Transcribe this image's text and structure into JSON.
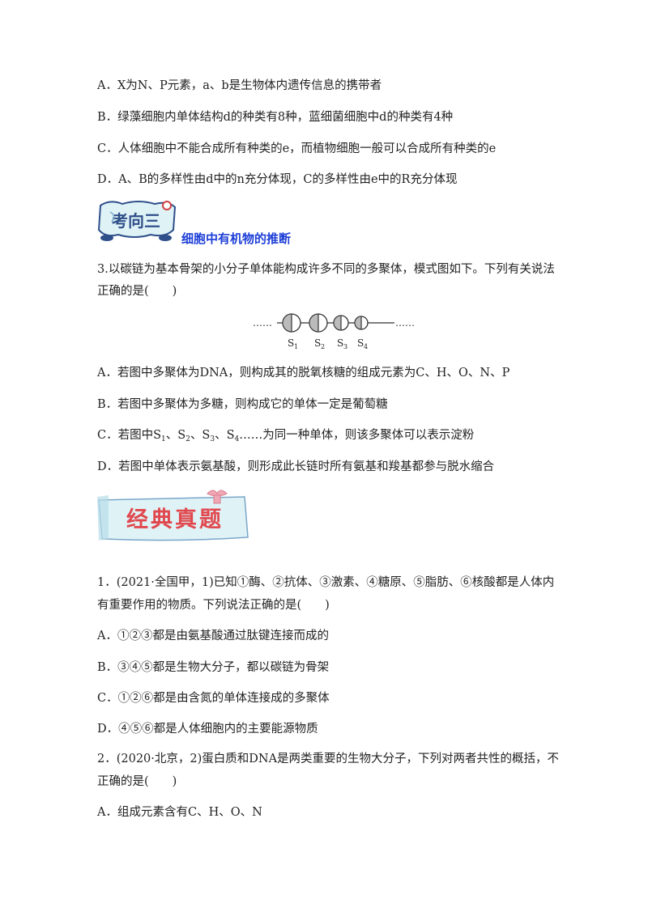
{
  "prev_question_options": [
    "A．X为N、P元素，a、b是生物体内遗传信息的携带者",
    "B．绿藻细胞内单体结构d的种类有8种，蓝细菌细胞中d的种类有4种",
    "C．人体细胞中不能合成所有种类的e，而植物细胞一般可以合成所有种类的e",
    "D．A、B的多样性由d中的n充分体现，C的多样性由e中的R充分体现"
  ],
  "section3": {
    "badge_text": "考向三",
    "title": "细胞中有机物的推断"
  },
  "question3": {
    "stem_line1": "3.以碳链为基本骨架的小分子单体能构成许多不同的多聚体，模式图如下。下列有关说法",
    "stem_line2": "正确的是(　　)",
    "diagram": {
      "dots": "……",
      "labels": [
        "S",
        "S",
        "S",
        "S"
      ],
      "subs": [
        "1",
        "2",
        "3",
        "4"
      ]
    },
    "option_a": "A．若图中多聚体为DNA，则构成其的脱氧核糖的组成元素为C、H、O、N、P",
    "option_b": "B．若图中多聚体为多糖，则构成它的单体一定是葡萄糖",
    "option_c_prefix": "C．若图中S",
    "option_c_parts": [
      "、S",
      "、S",
      "、S",
      "……为同一种单体，则该多聚体可以表示淀粉"
    ],
    "option_c_subs": [
      "1",
      "2",
      "3",
      "4"
    ],
    "option_d": "D．若图中单体表示氨基酸，则形成此长链时所有氨基和羧基都参与脱水缩合"
  },
  "classic_section": {
    "title": "经典真题"
  },
  "classic_q1": {
    "stem_line1": "1．(2021·全国甲，1)已知①酶、②抗体、③激素、④糖原、⑤脂肪、⑥核酸都是人体内",
    "stem_line2": "有重要作用的物质。下列说法正确的是(　　)",
    "options": [
      "A．①②③都是由氨基酸通过肽键连接而成的",
      "B．③④⑤都是生物大分子，都以碳链为骨架",
      "C．①②⑥都是由含氮的单体连接成的多聚体",
      "D．④⑤⑥都是人体细胞内的主要能源物质"
    ]
  },
  "classic_q2": {
    "stem_line1": "2．(2020·北京，2)蛋白质和DNA是两类重要的生物大分子，下列对两者共性的概括，不",
    "stem_line2": "正确的是(　　)",
    "options": [
      "A．组成元素含有C、H、O、N"
    ]
  },
  "colors": {
    "section_title": "#1e3fd8",
    "badge_fill": "#dff3f7",
    "badge_stroke": "#2f4f8a",
    "classic_title": "#e0484e",
    "classic_banner": "#dff3f7"
  }
}
